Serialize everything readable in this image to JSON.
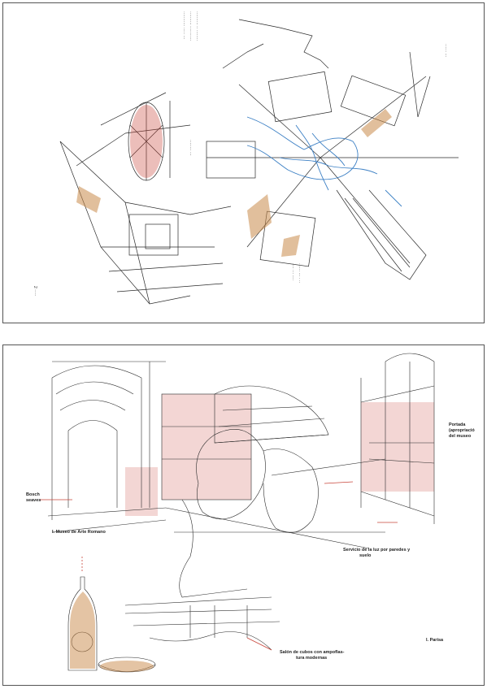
{
  "sheets": {
    "top": {
      "vertical_note_1": "·········· ·· ········",
      "vertical_note_2": "·········· ···········",
      "vertical_note_3": "··········· ····· ···",
      "corner_note": "······ ···",
      "page_mark": "2 ·····",
      "center_note": "········ ···",
      "lower_note_1": "······ ··· · ··",
      "lower_note_2": "···· ··· ····"
    },
    "bottom": {
      "label_left_1": "Bosch",
      "label_left_2": "seaves",
      "label_caption_1": "I. Museo de Arte Romano",
      "label_right_1": "Portada",
      "label_right_2": "(apropriació",
      "label_right_3": "del museo",
      "label_mid_1": "Servicio de la luz por paredes y",
      "label_mid_2": "suelo",
      "label_bottom_1": "Salón de cubos con ampoflas-",
      "label_bottom_2": "tura modernas",
      "label_page": "I. Parisa"
    }
  },
  "colors": {
    "ink": "#2a2a2a",
    "blue": "#3b7fc4",
    "red": "#c8453a",
    "ochre": "#c98a4a"
  }
}
